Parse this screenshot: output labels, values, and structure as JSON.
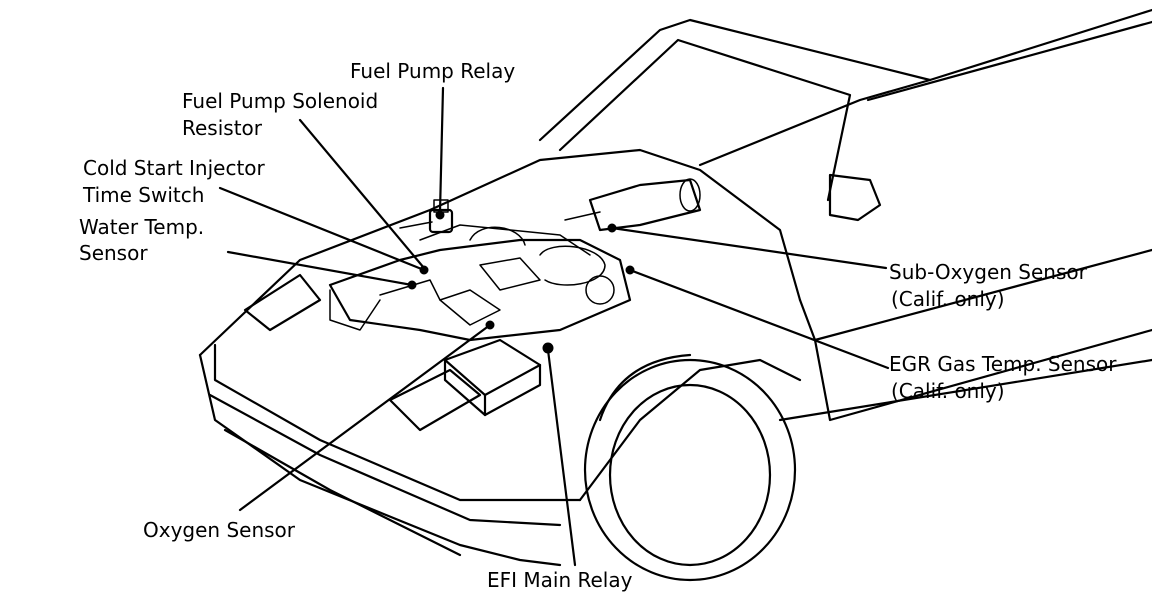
{
  "labels": {
    "fuel_pump_relay": "Fuel Pump Relay",
    "fuel_pump_solenoid_resistor": [
      "Fuel Pump Solenoid",
      "Resistor"
    ],
    "cold_start_injector_time_switch": [
      "Cold Start Injector",
      "Time Switch"
    ],
    "water_temp_sensor": [
      "Water Temp.",
      "Sensor"
    ],
    "oxygen_sensor": "Oxygen Sensor",
    "efi_main_relay": "EFI Main Relay",
    "sub_oxygen_sensor": [
      "Sub-Oxygen Sensor",
      "(Calif. only)"
    ],
    "egr_gas_temp_sensor": [
      "EGR Gas Temp. Sensor",
      "(Calif. only)"
    ]
  },
  "colors": {
    "ink": "#000000",
    "paper": "#ffffff"
  }
}
